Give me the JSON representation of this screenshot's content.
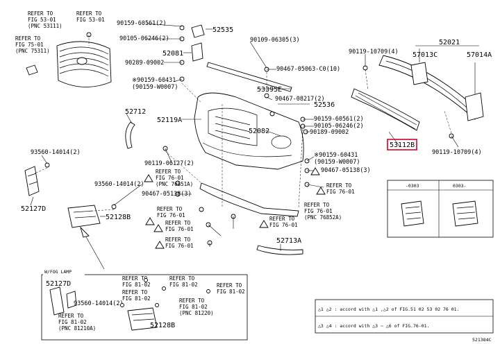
{
  "parts": {
    "p90159_60561_a": "90159-60561(2)",
    "p52535": "52535",
    "p90105_06246_a": "90105-06246(2)",
    "p90109_06305": "90109-06305(3)",
    "p52081": "52081",
    "p90289_09002": "90289-09002",
    "p90467_05063": "90467-05063-C0(10)",
    "p90159_60431_a": "※90159-60431",
    "p90159_w0007_a": "(90159-W0007)",
    "p53395e": "53395E",
    "p90467_08217": "90467-08217(2)",
    "p52536": "52536",
    "p90159_60561_b": "90159-60561(2)",
    "p90105_06246_b": "90105-06246(2)",
    "p90189_09002": "90189-09002",
    "p52712": "52712",
    "p52119a": "52119A",
    "p52082": "52082",
    "p93560_14014_a": "93560-14014(2)",
    "p90119_06127": "90119-06127(2)",
    "p90159_60431_b": "※90159-60431",
    "p90159_w0007_b": "(90159-W0007)",
    "p90467_05138_a": "90467-05138(3)",
    "p93560_14014_b": "93560-14014(2)",
    "p90467_05138_b": "90467-05138(3)",
    "p52127d": "52127D",
    "p52128b": "52128B",
    "p52713a": "52713A",
    "p90119_10709_a": "90119-10709(4)",
    "p52021": "52021",
    "p57013c": "57013C",
    "p57014a": "57014A",
    "p53112b": "53112B",
    "p90119_10709_b": "90119-10709(4)",
    "inset_52127d": "52127D",
    "inset_93560": "93560-14014(2)",
    "inset_52128b": "52128B"
  },
  "refs": {
    "r1_l1": "REFER TO",
    "r1_l2": "FIG 53-01",
    "r1_l3": "(PNC 53111)",
    "r2_l1": "REFER TO",
    "r2_l2": "FIG 53-01",
    "r3_l1": "REFER TO",
    "r3_l2": "FIG 75-01",
    "r3_l3": "(PNC 75311)",
    "r4_l1": "REFER TO",
    "r4_l2": "FIG 76-01",
    "r4_l3": "(PNC 76851A)",
    "r5_l1": "REFER TO",
    "r5_l2": "FIG 76-01",
    "r6_l1": "REFER TO",
    "r6_l2": "FIG 76-01",
    "r7_l1": "REFER TO",
    "r7_l2": "FIG 76-01",
    "r8_l1": "REFER TO",
    "r8_l2": "FIG 76-01",
    "r9_l1": "REFER TO",
    "r9_l2": "FIG 76-01",
    "r10_l1": "REFER TO",
    "r10_l2": "FIG 76-01",
    "r10_l3": "(PNC 76852A)",
    "i1_l1": "REFER TO",
    "i1_l2": "FIG 81-02",
    "i2_l1": "REFER TO",
    "i2_l2": "FIG 81-02",
    "i3_l1": "REFER TO",
    "i3_l2": "FIG 81-02",
    "i4_l1": "REFER TO",
    "i4_l2": "FIG 81-02",
    "i5_l1": "REFER TO",
    "i5_l2": "FIG 81-02",
    "i5_l3": "(PNC 81220)",
    "i6_l1": "REFER TO",
    "i6_l2": "FIG 81-02",
    "i6_l3": "(PNC 81210A)"
  },
  "inset": {
    "label": "W/FOG LAMP",
    "col1": "-0303",
    "col2": "0303-"
  },
  "legend": {
    "row1": "△1 △2 : accord with △1 ,△2 of FIG.51 02 53 02 76 01.",
    "row2": "△3 △4 : accord with △3 ~ △6 of FIG.76-01."
  },
  "footer": {
    "code": "521384C"
  }
}
